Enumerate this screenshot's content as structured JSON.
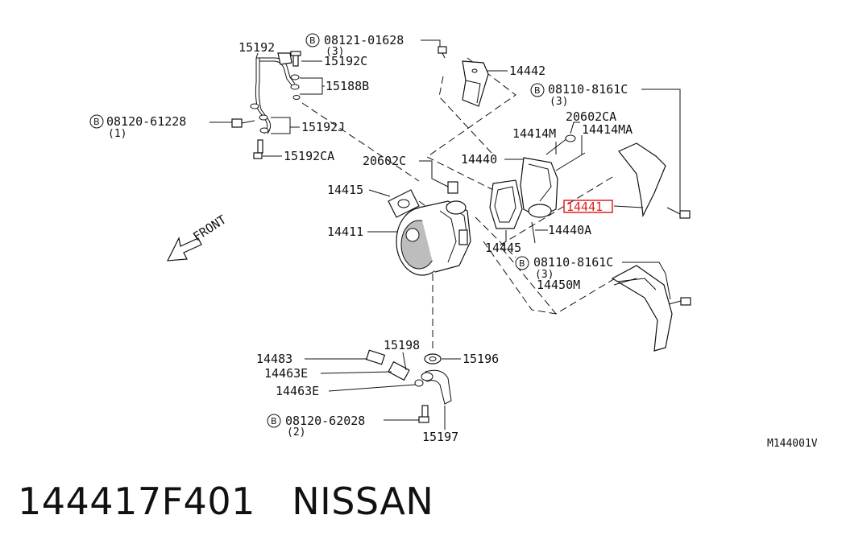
{
  "labels": {
    "p15192": "15192",
    "p15192C": "15192C",
    "p15188B": "15188B",
    "p15192J": "15192J",
    "p15192CA": "15192CA",
    "b08120_61228": "08120-61228",
    "q1": "(1)",
    "b08121_01628": "08121-01628",
    "q3a": "(3)",
    "p14442": "14442",
    "b08110_8161C_a": "08110-8161C",
    "q3b": "(3)",
    "p20602CA": "20602CA",
    "p14414M": "14414M",
    "p14414MA": "14414MA",
    "p14440": "14440",
    "p20602C": "20602C",
    "p14415": "14415",
    "p14441": "14441",
    "p14440A": "14440A",
    "p14411": "14411",
    "p14445": "14445",
    "b08110_8161C_b": "08110-8161C",
    "q3c": "(3)",
    "p14450M": "14450M",
    "front": "FRONT",
    "p15198": "15198",
    "p14483": "14483",
    "p15196": "15196",
    "p14463E_a": "14463E",
    "p14463E_b": "14463E",
    "b08120_62028": "08120-62028",
    "q2": "(2)",
    "p15197": "15197",
    "bolt_mark": "B"
  },
  "highlight": {
    "part": "14441",
    "color": "#e02020"
  },
  "diagram_code": "M144001V",
  "footer": {
    "part_number": "144417F401",
    "brand": "NISSAN"
  }
}
